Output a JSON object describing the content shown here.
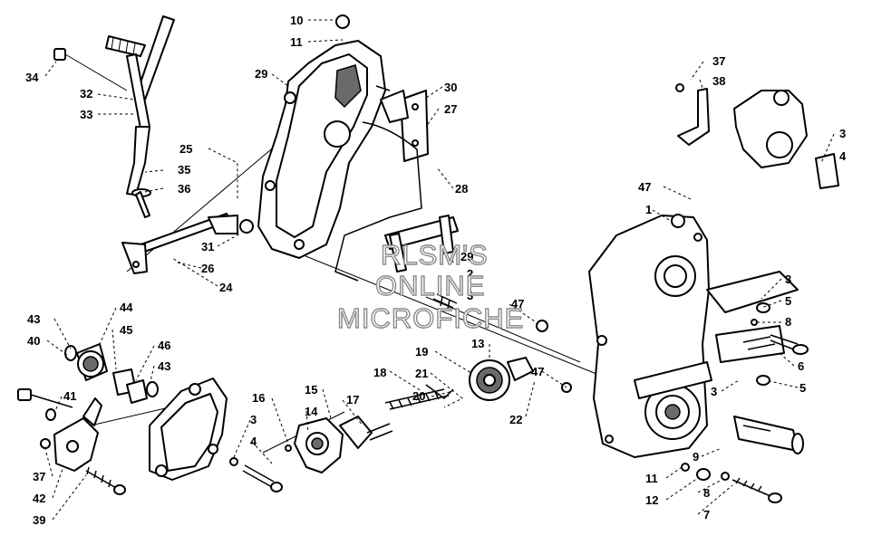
{
  "callouts": [
    {
      "id": "c10a",
      "text": "10"
    },
    {
      "id": "c11a",
      "text": "11"
    },
    {
      "id": "c29a",
      "text": "29"
    },
    {
      "id": "c34",
      "text": "34"
    },
    {
      "id": "c32",
      "text": "32"
    },
    {
      "id": "c33",
      "text": "33"
    },
    {
      "id": "c25",
      "text": "25"
    },
    {
      "id": "c35",
      "text": "35"
    },
    {
      "id": "c36",
      "text": "36"
    },
    {
      "id": "c30",
      "text": "30"
    },
    {
      "id": "c27",
      "text": "27"
    },
    {
      "id": "c28",
      "text": "28"
    },
    {
      "id": "c31",
      "text": "31"
    },
    {
      "id": "c26",
      "text": "26"
    },
    {
      "id": "c24",
      "text": "24"
    },
    {
      "id": "c29b",
      "text": "29"
    },
    {
      "id": "c37a",
      "text": "37"
    },
    {
      "id": "c38",
      "text": "38"
    },
    {
      "id": "c3a",
      "text": "3"
    },
    {
      "id": "c4a",
      "text": "4"
    },
    {
      "id": "c47a",
      "text": "47"
    },
    {
      "id": "c1",
      "text": "1"
    },
    {
      "id": "c2",
      "text": "2"
    },
    {
      "id": "c3b",
      "text": "3"
    },
    {
      "id": "c47b",
      "text": "47"
    },
    {
      "id": "c3c",
      "text": "3"
    },
    {
      "id": "c5a",
      "text": "5"
    },
    {
      "id": "c8a",
      "text": "8"
    },
    {
      "id": "c6",
      "text": "6"
    },
    {
      "id": "c13",
      "text": "13"
    },
    {
      "id": "c19",
      "text": "19"
    },
    {
      "id": "c47c",
      "text": "47"
    },
    {
      "id": "c21",
      "text": "21"
    },
    {
      "id": "c18",
      "text": "18"
    },
    {
      "id": "c20",
      "text": "20"
    },
    {
      "id": "c22",
      "text": "22"
    },
    {
      "id": "c3d",
      "text": "3"
    },
    {
      "id": "c5b",
      "text": "5"
    },
    {
      "id": "c43a",
      "text": "43"
    },
    {
      "id": "c44",
      "text": "44"
    },
    {
      "id": "c40",
      "text": "40"
    },
    {
      "id": "c45",
      "text": "45"
    },
    {
      "id": "c46",
      "text": "46"
    },
    {
      "id": "c43b",
      "text": "43"
    },
    {
      "id": "c41",
      "text": "41"
    },
    {
      "id": "c16",
      "text": "16"
    },
    {
      "id": "c15",
      "text": "15"
    },
    {
      "id": "c17",
      "text": "17"
    },
    {
      "id": "c14",
      "text": "14"
    },
    {
      "id": "c3e",
      "text": "3"
    },
    {
      "id": "c4b",
      "text": "4"
    },
    {
      "id": "c37b",
      "text": "37"
    },
    {
      "id": "c42",
      "text": "42"
    },
    {
      "id": "c39",
      "text": "39"
    },
    {
      "id": "c9",
      "text": "9"
    },
    {
      "id": "c11b",
      "text": "11"
    },
    {
      "id": "c12",
      "text": "12"
    },
    {
      "id": "c8b",
      "text": "8"
    },
    {
      "id": "c7",
      "text": "7"
    }
  ],
  "watermark": {
    "line1": "RLSM'S",
    "line2": "ONLINE",
    "line3": "MICROFICHE"
  }
}
